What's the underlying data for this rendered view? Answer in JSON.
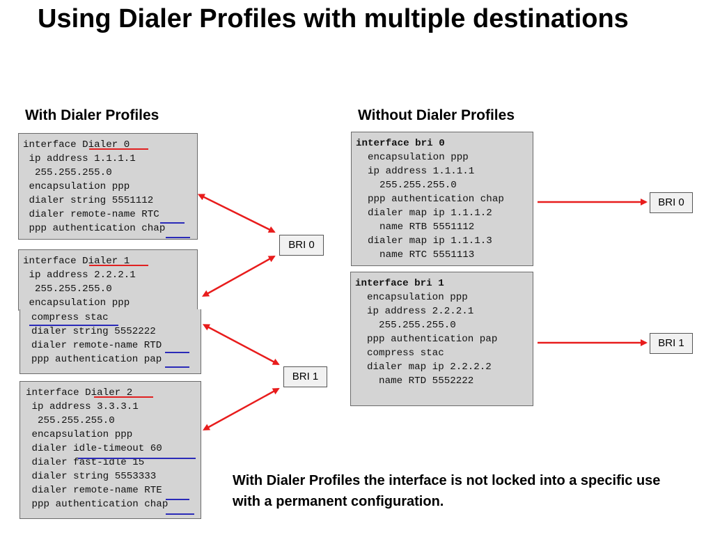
{
  "title": "Using Dialer Profiles with multiple destinations",
  "left_heading": "With Dialer Profiles",
  "right_heading": "Without Dialer Profiles",
  "with_profiles": {
    "dialer0": [
      "interface Dialer 0",
      " ip address 1.1.1.1",
      "  255.255.255.0",
      " encapsulation ppp",
      " dialer string 5551112",
      " dialer remote-name RTC",
      " ppp authentication chap"
    ],
    "dialer1_top": [
      "interface Dialer 1",
      " ip address 2.2.2.1",
      "  255.255.255.0",
      " encapsulation ppp"
    ],
    "dialer1_bottom": [
      "compress stac",
      "dialer string 5552222",
      "dialer remote-name RTD",
      "ppp authentication pap"
    ],
    "dialer2": [
      "interface Dialer 2",
      " ip address 3.3.3.1",
      "  255.255.255.0",
      " encapsulation ppp",
      " dialer idle-timeout 60",
      " dialer fast-idle 15",
      " dialer string 5553333",
      " dialer remote-name RTE",
      " ppp authentication chap"
    ]
  },
  "without_profiles": {
    "bri0_config": [
      "interface bri 0",
      "  encapsulation ppp",
      "  ip address 1.1.1.1",
      "    255.255.255.0",
      "  ppp authentication chap",
      "  dialer map ip 1.1.1.2",
      "    name RTB 5551112",
      "  dialer map ip 1.1.1.3",
      "    name RTC 5551113"
    ],
    "bri1_config": [
      "interface bri 1",
      "  encapsulation ppp",
      "  ip address 2.2.2.1",
      "    255.255.255.0",
      "  ppp authentication pap",
      "  compress stac",
      "  dialer map ip 2.2.2.2",
      "    name RTD 5552222"
    ]
  },
  "interfaces": {
    "left_bri0": "BRI 0",
    "left_bri1": "BRI 1",
    "right_bri0": "BRI 0",
    "right_bri1": "BRI 1"
  },
  "note": "With Dialer Profiles the interface is not locked into a specific use with a permanent configuration.",
  "colors": {
    "arrow": "#e81c1c",
    "underline_red": "#e02020",
    "underline_blue": "#2a2ab8",
    "config_bg": "#d4d4d4"
  }
}
